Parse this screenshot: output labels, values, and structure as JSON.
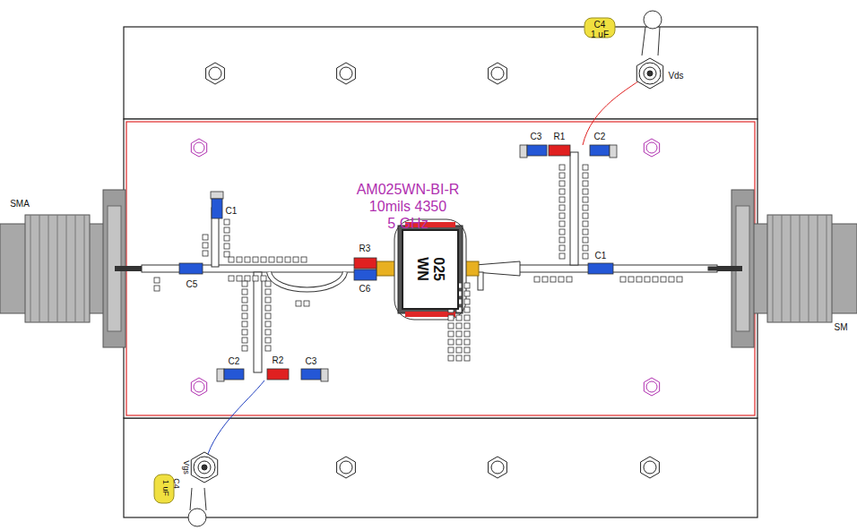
{
  "diagram": {
    "nodes": [
      {
        "text": [
          "025 WN"
        ]
      }
    ],
    "labels": [
      "C4",
      "1 uF",
      "Vds",
      "C3",
      "R1",
      "C2",
      "AM025WN-BI-R",
      "10mils 4350",
      "5 GHz",
      "C1",
      "SMA",
      "R3",
      "C5",
      "C6",
      "C1",
      "SM",
      "C2",
      "R2",
      "C3",
      "Vgs",
      "C4",
      "1 uF"
    ]
  }
}
